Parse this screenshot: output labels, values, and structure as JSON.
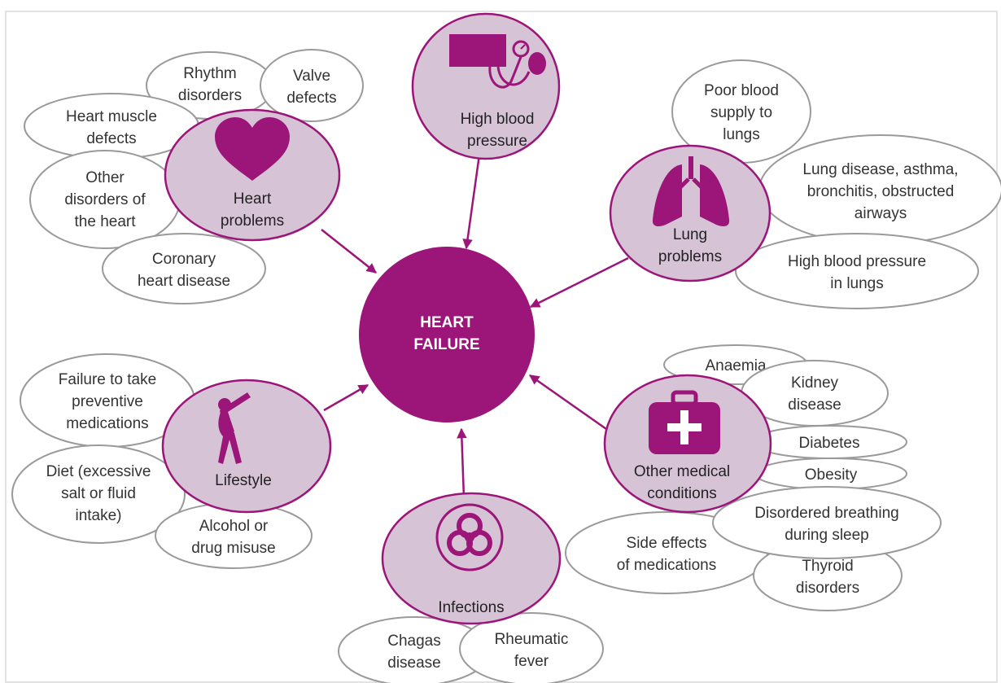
{
  "center": {
    "lines": [
      "HEART",
      "FAILURE"
    ]
  },
  "colors": {
    "accent": "#9c1579",
    "category_fill": "#d7c3d6",
    "leaf_border": "#9a9a9a"
  },
  "categories": {
    "heart": {
      "lines": [
        "Heart",
        "problems"
      ],
      "icon": "heart-icon"
    },
    "bp": {
      "lines": [
        "High blood",
        "pressure"
      ],
      "icon": "blood-pressure-monitor-icon"
    },
    "lung": {
      "lines": [
        "Lung",
        "problems"
      ],
      "icon": "lungs-icon"
    },
    "lifestyle": {
      "lines": [
        "Lifestyle"
      ],
      "icon": "stretching-person-icon"
    },
    "infections": {
      "lines": [
        "Infections"
      ],
      "icon": "biohazard-icon"
    },
    "other": {
      "lines": [
        "Other medical",
        "conditions"
      ],
      "icon": "first-aid-kit-icon"
    }
  },
  "leaves": {
    "rhythm": [
      "Rhythm",
      "disorders"
    ],
    "valve": [
      "Valve",
      "defects"
    ],
    "muscle": [
      "Heart muscle",
      "defects"
    ],
    "other_heart": [
      "Other",
      "disorders of",
      "the heart"
    ],
    "coronary": [
      "Coronary",
      "heart disease"
    ],
    "poor_supply": [
      "Poor blood",
      "supply to",
      "lungs"
    ],
    "lung_disease": [
      "Lung disease, asthma,",
      "bronchitis, obstructed",
      "airways"
    ],
    "hbp_lungs": [
      "High blood pressure",
      "in lungs"
    ],
    "preventive": [
      "Failure to take",
      "preventive",
      "medications"
    ],
    "diet": [
      "Diet (excessive",
      "salt or fluid",
      "intake)"
    ],
    "alcohol": [
      "Alcohol or",
      "drug misuse"
    ],
    "chagas": [
      "Chagas",
      "disease"
    ],
    "rheumatic": [
      "Rheumatic",
      "fever"
    ],
    "anaemia": [
      "Anaemia"
    ],
    "kidney": [
      "Kidney",
      "disease"
    ],
    "diabetes": [
      "Diabetes"
    ],
    "obesity": [
      "Obesity"
    ],
    "sleep": [
      "Disordered breathing",
      "during sleep"
    ],
    "side_effects": [
      "Side effects",
      "of medications"
    ],
    "thyroid": [
      "Thyroid",
      "disorders"
    ]
  }
}
